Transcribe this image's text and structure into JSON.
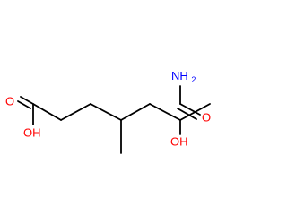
{
  "molecule": {
    "labels": {
      "amide_nitrogen": "NH",
      "amide_nitrogen_subscript": "2",
      "amide_oxygen": "O",
      "acid_carbonyl_oxygen": "O",
      "acid_hydroxyl": "OH",
      "secondary_hydroxyl": "OH"
    },
    "colors": {
      "oxygen": "#ff0000",
      "nitrogen": "#0000ff",
      "bond": "#000000",
      "background": "#ffffff"
    }
  }
}
